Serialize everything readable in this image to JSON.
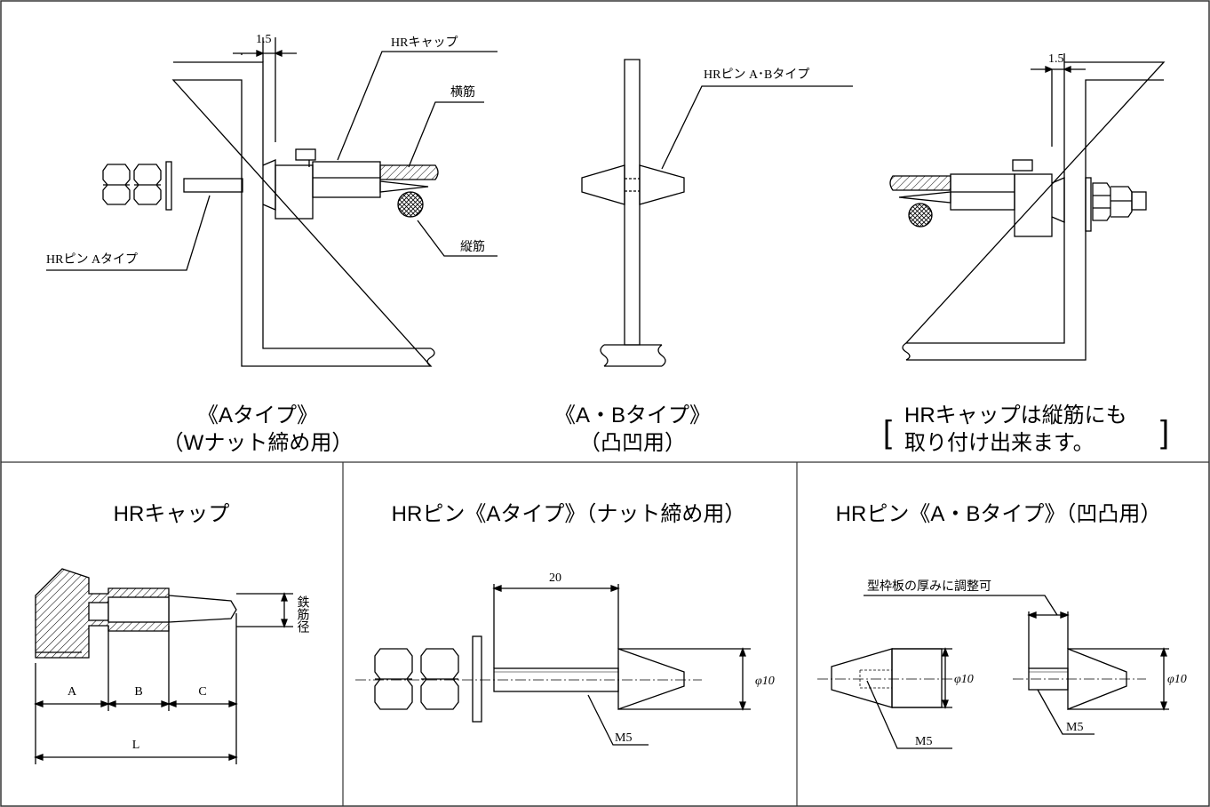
{
  "top": {
    "a_type": {
      "dim_gap": "1.5",
      "label_cap": "HRキャップ",
      "label_horizontal_bar": "横筋",
      "label_vertical_bar": "縦筋",
      "label_pin": "HRピン Aタイプ",
      "caption_line1": "《Aタイプ》",
      "caption_line2": "（Wナット締め用）"
    },
    "ab_type": {
      "label_pin": "HRピン A･Bタイプ",
      "caption_line1": "《A・Bタイプ》",
      "caption_line2": "（凸凹用）"
    },
    "vertical_mount": {
      "dim_gap": "1.5",
      "note_line1": "HRキャップは縦筋にも",
      "note_line2": "取り付け出来ます。"
    }
  },
  "bottom": {
    "cap": {
      "title": "HRキャップ",
      "dim_bar_dia": "鉄筋径",
      "dim_a": "A",
      "dim_b": "B",
      "dim_c": "C",
      "dim_l": "L"
    },
    "pin_a": {
      "title": "HRピン《Aタイプ》（ナット締め用）",
      "dim_length": "20",
      "dim_dia": "φ10",
      "label_thread": "M5"
    },
    "pin_ab": {
      "title": "HRピン《A・Bタイプ》（凹凸用）",
      "note_adjust": "型枠板の厚みに調整可",
      "dim_dia_left": "φ10",
      "dim_dia_right": "φ10",
      "label_thread_left": "M5",
      "label_thread_right": "M5"
    }
  },
  "colors": {
    "line": "#000000",
    "frame": "#333333",
    "background": "#ffffff"
  }
}
